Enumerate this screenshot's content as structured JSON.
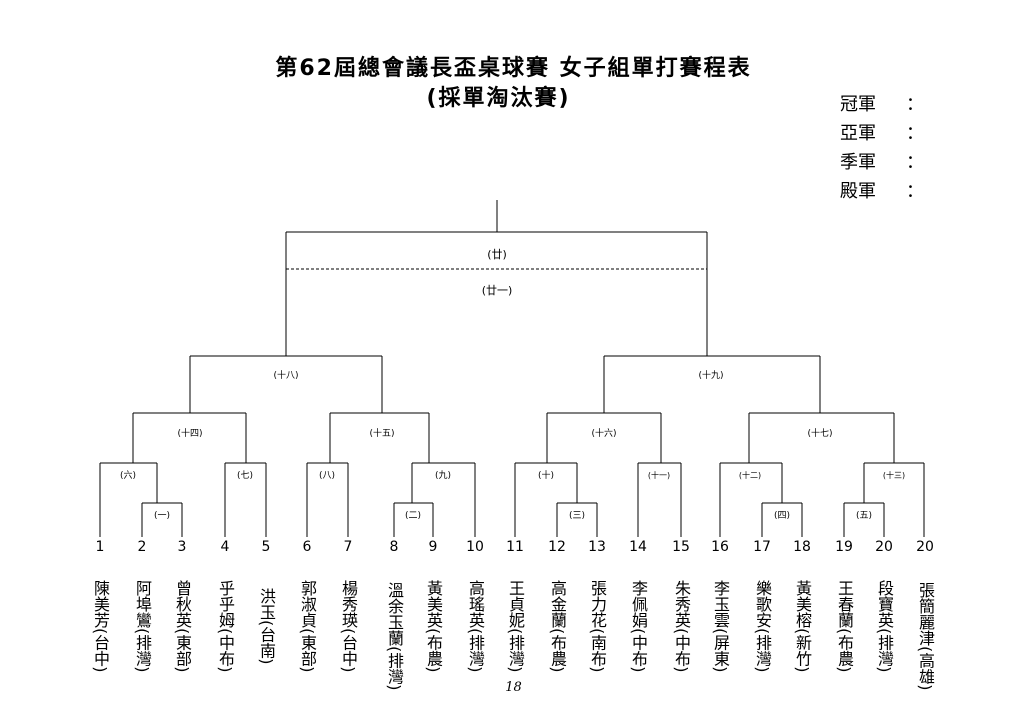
{
  "header": {
    "title": "第62屆總會議長盃桌球賽 女子組單打賽程表",
    "subtitle": "(採單淘汰賽)"
  },
  "awards": [
    {
      "label": "冠軍",
      "colon": "："
    },
    {
      "label": "亞軍",
      "colon": "："
    },
    {
      "label": "季軍",
      "colon": "："
    },
    {
      "label": "殿軍",
      "colon": "："
    }
  ],
  "matches": {
    "m1": "(一)",
    "m2": "(二)",
    "m3": "(三)",
    "m4": "(四)",
    "m5": "(五)",
    "m6": "(六)",
    "m7": "(七)",
    "m8": "(八)",
    "m9": "(九)",
    "m10": "(十)",
    "m11": "(十一)",
    "m12": "(十二)",
    "m13": "(十三)",
    "m14": "(十四)",
    "m15": "(十五)",
    "m16": "(十六)",
    "m17": "(十七)",
    "m18": "(十八)",
    "m19": "(十九)",
    "m20": "(廿)",
    "m21": "(廿一)"
  },
  "players": [
    {
      "num": "1",
      "name": "陳美芳(台中)"
    },
    {
      "num": "2",
      "name": "阿埠鸞(排灣)"
    },
    {
      "num": "3",
      "name": "曾秋英(東部)"
    },
    {
      "num": "4",
      "name": "乎乎姆(中布)"
    },
    {
      "num": "5",
      "name": "洪玉(台南)"
    },
    {
      "num": "6",
      "name": "郭淑貞(東部)"
    },
    {
      "num": "7",
      "name": "楊秀瑛(台中)"
    },
    {
      "num": "8",
      "name": "溫余玉蘭(排灣)"
    },
    {
      "num": "9",
      "name": "黃美英(布農)"
    },
    {
      "num": "10",
      "name": "高瑤英(排灣)"
    },
    {
      "num": "11",
      "name": "王貞妮(排灣)"
    },
    {
      "num": "12",
      "name": "高金蘭(布農)"
    },
    {
      "num": "13",
      "name": "張力花(南布)"
    },
    {
      "num": "14",
      "name": "李佩娟(中布)"
    },
    {
      "num": "15",
      "name": "朱秀英(中布)"
    },
    {
      "num": "16",
      "name": "李玉雲(屏東)"
    },
    {
      "num": "17",
      "name": "樂歌安(排灣)"
    },
    {
      "num": "18",
      "name": "黃美榕(新竹)"
    },
    {
      "num": "19",
      "name": "王春蘭(布農)"
    },
    {
      "num": "20",
      "name": "段寶英(排灣)"
    },
    {
      "num": "20",
      "name": "張簡麗津(高雄)"
    }
  ],
  "footer": {
    "page_number": "18"
  }
}
